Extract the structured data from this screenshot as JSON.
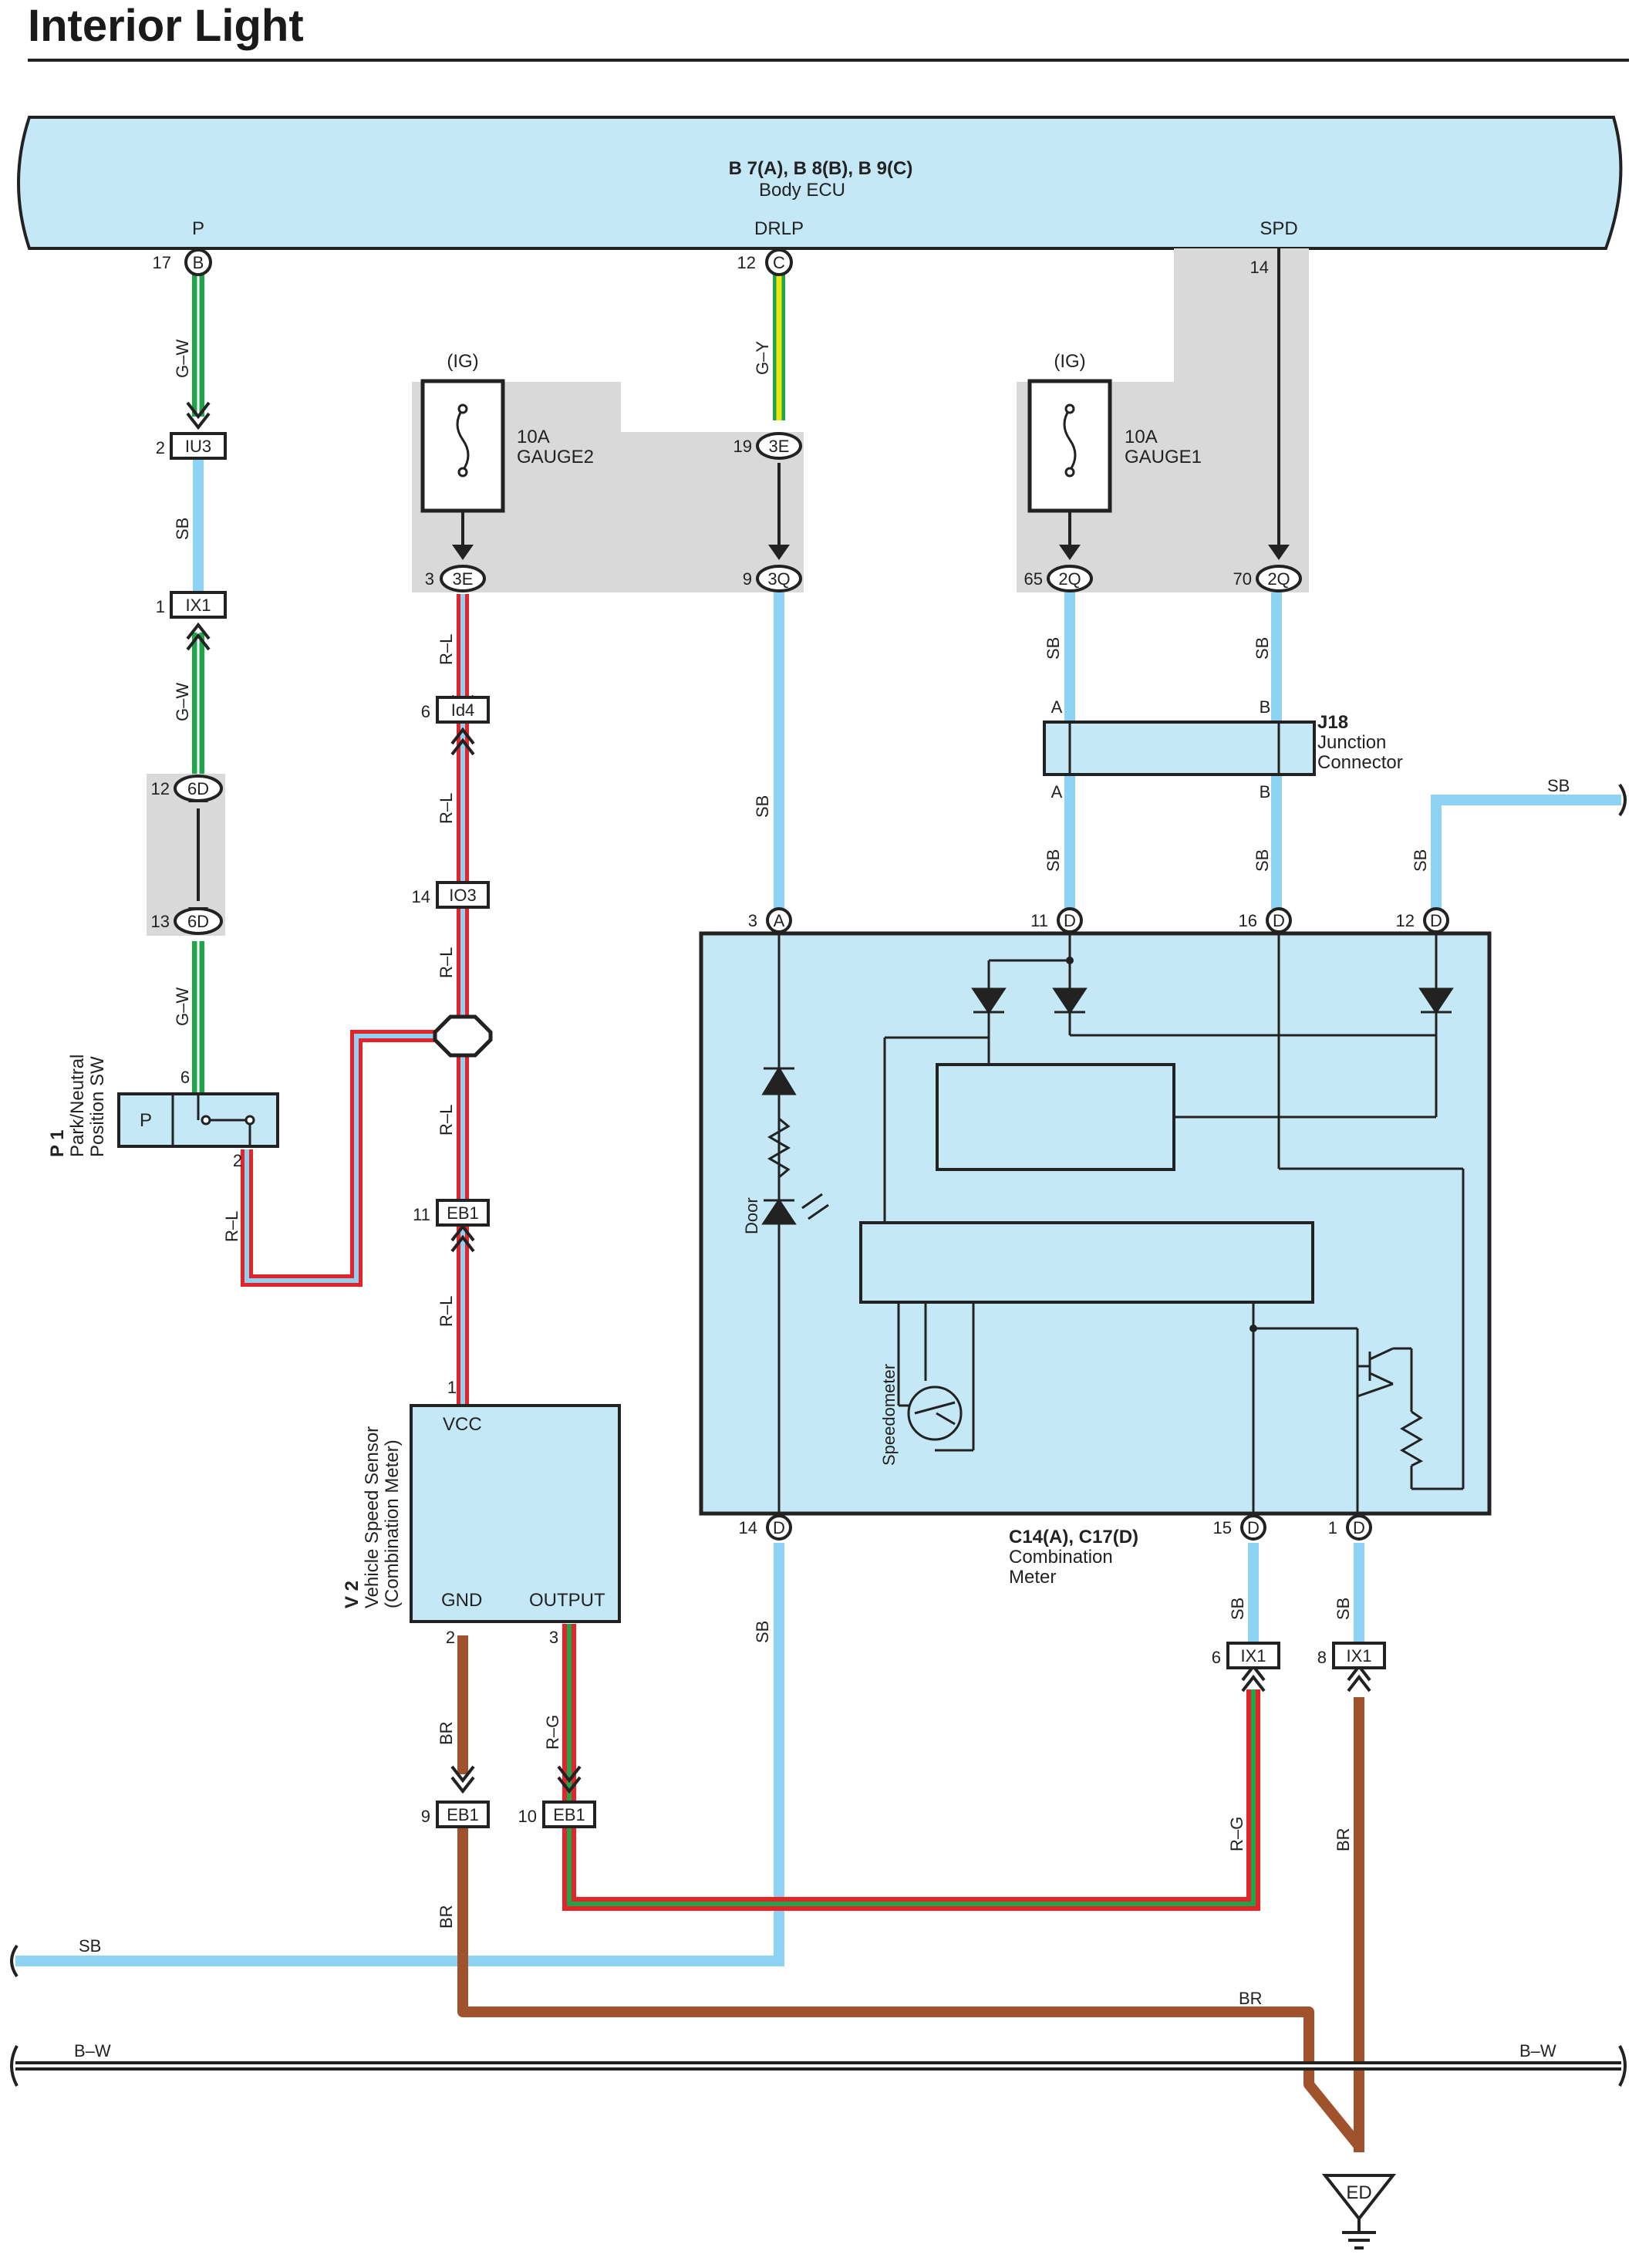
{
  "title": "Interior Light",
  "ecu": {
    "id": "B 7(A), B 8(B), B 9(C)",
    "name": "Body ECU",
    "pins": [
      {
        "label": "P",
        "num": "17",
        "conn": "B"
      },
      {
        "label": "DRLP",
        "num": "12",
        "conn": "C"
      },
      {
        "label": "SPD",
        "num": "14",
        "conn": ""
      }
    ]
  },
  "fuses": [
    {
      "circuit": "(IG)",
      "rating": "10A",
      "name": "GAUGE2"
    },
    {
      "circuit": "(IG)",
      "rating": "10A",
      "name": "GAUGE1"
    }
  ],
  "junction": {
    "id": "J18",
    "name1": "Junction",
    "name2": "Connector",
    "pin_a": "A",
    "pin_b": "B"
  },
  "park_sw": {
    "id": "P 1",
    "name1": "Park/Neutral",
    "name2": "Position SW",
    "pin_label": "P",
    "pin_top": "6",
    "pin_bottom": "2"
  },
  "speed_sensor": {
    "id": "V 2",
    "name1": "Vehicle Speed Sensor",
    "name2": "(Combination Meter)",
    "vcc": "VCC",
    "gnd": "GND",
    "output": "OUTPUT",
    "pin_vcc": "1",
    "pin_gnd": "2",
    "pin_out": "3"
  },
  "meter": {
    "id": "C14(A), C17(D)",
    "name1": "Combination",
    "name2": "Meter",
    "door": "Door",
    "speedometer": "Speedometer",
    "pins": [
      {
        "num": "3",
        "conn": "A"
      },
      {
        "num": "11",
        "conn": "D"
      },
      {
        "num": "16",
        "conn": "D"
      },
      {
        "num": "12",
        "conn": "D"
      },
      {
        "num": "14",
        "conn": "D"
      },
      {
        "num": "15",
        "conn": "D"
      },
      {
        "num": "1",
        "conn": "D"
      }
    ]
  },
  "connectors": [
    {
      "pin": "2",
      "label": "IU3"
    },
    {
      "pin": "1",
      "label": "IX1"
    },
    {
      "pin": "12",
      "label": "6D"
    },
    {
      "pin": "13",
      "label": "6D"
    },
    {
      "pin": "3",
      "label": "3E"
    },
    {
      "pin": "19",
      "label": "3E"
    },
    {
      "pin": "9",
      "label": "3Q"
    },
    {
      "pin": "65",
      "label": "2Q"
    },
    {
      "pin": "70",
      "label": "2Q"
    },
    {
      "pin": "6",
      "label": "Id4"
    },
    {
      "pin": "14",
      "label": "IO3"
    },
    {
      "pin": "11",
      "label": "EB1"
    },
    {
      "pin": "9",
      "label": "EB1"
    },
    {
      "pin": "10",
      "label": "EB1"
    },
    {
      "pin": "6",
      "label": "IX1"
    },
    {
      "pin": "8",
      "label": "IX1"
    }
  ],
  "wires": {
    "gw": "G–W",
    "gy": "G–Y",
    "sb": "SB",
    "rl": "R–L",
    "br": "BR",
    "rg": "R–G",
    "bw": "B–W"
  },
  "ground": "ED",
  "colors": {
    "ecu_fill": "#c5e8f7",
    "shade": "#d9d9d9",
    "sb": "#8fd3f4",
    "green": "#1fa64a",
    "red": "#e52329",
    "brown": "#a0522d",
    "yellow": "#f1e60c"
  }
}
